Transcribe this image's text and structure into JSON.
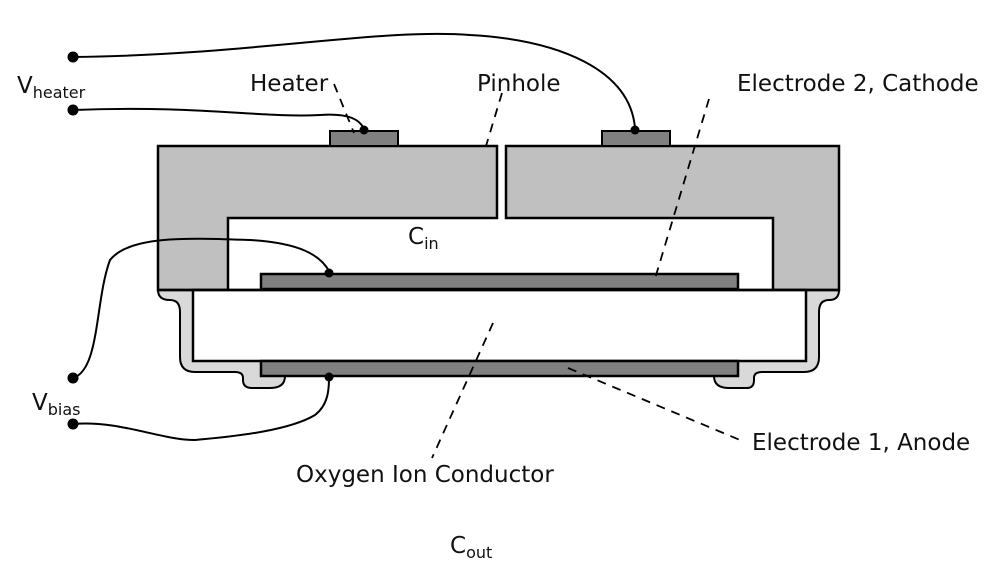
{
  "title": "Oxygen sensor cross-section schematic",
  "labels": {
    "v_heater": {
      "main": "V",
      "sub": "heater"
    },
    "v_bias": {
      "main": "V",
      "sub": "bias"
    },
    "heater": "Heater",
    "pinhole": "Pinhole",
    "cathode": "Electrode 2, Cathode",
    "anode": "Electrode 1, Anode",
    "conductor": "Oxygen Ion Conductor",
    "c_in": {
      "main": "C",
      "sub": "in"
    },
    "c_out": {
      "main": "C",
      "sub": "out"
    }
  },
  "colors": {
    "cap": "#c0c0c0",
    "electrode": "#808080",
    "seal": "#d9d9d9",
    "conductor": "#ffffff",
    "line": "#000000"
  }
}
